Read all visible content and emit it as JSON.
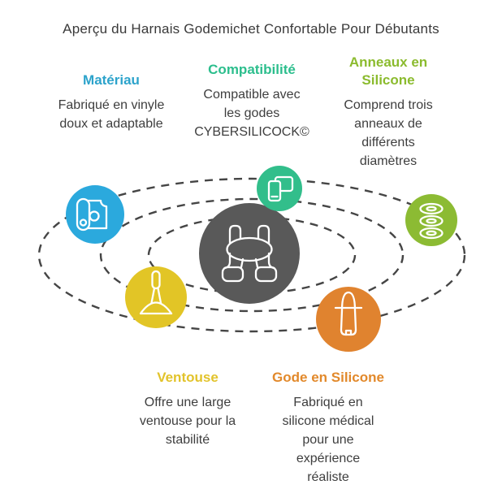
{
  "title": "Aperçu du Harnais Godemichet Confortable Pour Débutants",
  "features": {
    "materiau": {
      "heading": "Matériau",
      "body": [
        "Fabriqué en vinyle",
        "doux et adaptable"
      ]
    },
    "compatibilite": {
      "heading": "Compatibilité",
      "body": [
        "Compatible avec",
        "les godes",
        "CYBERSILICOCK©"
      ]
    },
    "anneaux": {
      "heading": [
        "Anneaux en",
        "Silicone"
      ],
      "body": [
        "Comprend trois",
        "anneaux de",
        "différents",
        "diamètres"
      ]
    },
    "ventouse": {
      "heading": "Ventouse",
      "body": [
        "Offre une large",
        "ventouse pour la",
        "stabilité"
      ]
    },
    "gode": {
      "heading": "Gode en Silicone",
      "body": [
        "Fabriqué en",
        "silicone médical",
        "pour une",
        "expérience",
        "réaliste"
      ]
    }
  },
  "colors": {
    "materiau_heading": "#2ca3cb",
    "compatibilite_heading": "#2cbe8d",
    "anneaux_heading": "#8bbb2e",
    "ventouse_heading": "#e2c32b",
    "gode_heading": "#e2892b",
    "vinyl_circle": "#2ba9dd",
    "devices_circle": "#32be8b",
    "rings_circle": "#8cbb33",
    "plunger_circle": "#e2c526",
    "dildo_circle": "#e0832f",
    "center_circle": "#595959",
    "text": "#3e3e3e"
  },
  "icons": {
    "center": "harness-icon",
    "materiau": "vinyl-roll-icon",
    "compatibilite": "devices-icon",
    "anneaux": "silicone-rings-icon",
    "ventouse": "suction-plunger-icon",
    "gode": "dildo-icon"
  }
}
